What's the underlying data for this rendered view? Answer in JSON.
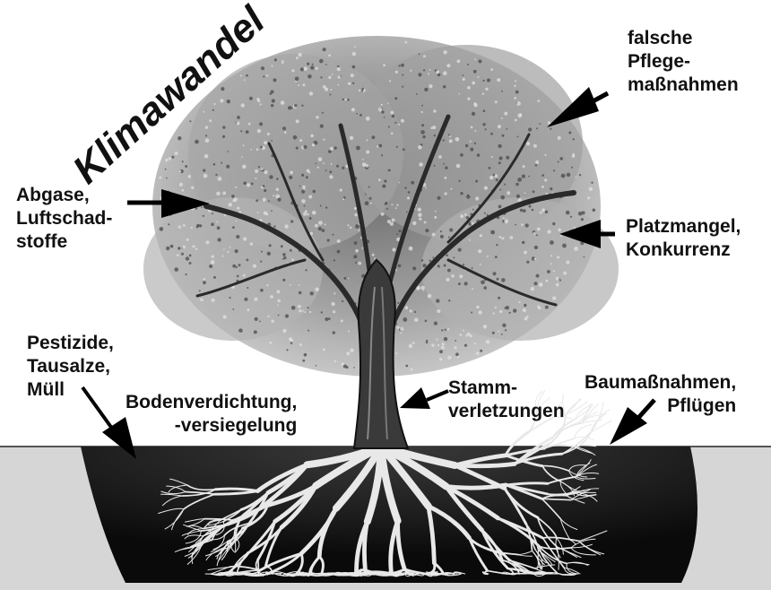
{
  "title": "Klimawandel",
  "labels": {
    "pflege": "falsche\nPflege-\nmaßnahmen",
    "abgase": "Abgase,\nLuftschad-\nstoffe",
    "platz": "Platzmangel,\nKonkurrenz",
    "pestizide": "Pestizide,\nTausalze,\nMüll",
    "boden": "Bodenverdichtung,\n-versiegelung",
    "stamm": "Stamm-\nverletzungen",
    "bau": "Baumaßnahmen,\nPflügen"
  },
  "colors": {
    "ink": "#111111",
    "canopy": "#9a9a9a",
    "soil": "#1e1e1e",
    "root": "#eeeeee"
  },
  "icons": [
    "arrow-icon",
    "tree-illustration"
  ]
}
